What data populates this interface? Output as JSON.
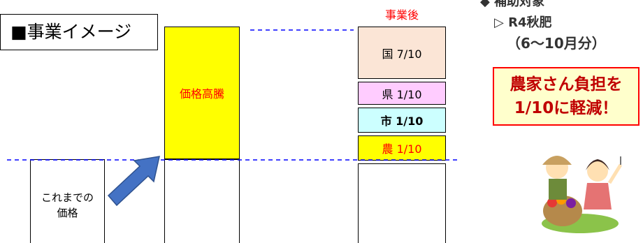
{
  "title": "■事業イメージ",
  "previous_price": {
    "line1": "これまでの",
    "line2": "価格"
  },
  "price_surge": "価格高騰",
  "after_label": "事業後",
  "segments": {
    "national": "国 7/10",
    "prefecture": "県 1/10",
    "city": "市 1/10",
    "farmer": "農 1/10"
  },
  "support": {
    "heading": "◆ 補助対象",
    "item": "▷ R4秋肥",
    "period": "（6～10月分）"
  },
  "callout": {
    "line1": "農家さん負担を",
    "line2": "1/10に軽減！"
  },
  "colors": {
    "surge_fill": "#ffff00",
    "national_fill": "#fbe5d6",
    "prefecture_fill": "#ffccff",
    "city_fill": "#ccffff",
    "farmer_fill": "#ffff00",
    "accent_red": "#ff0000",
    "guide_line": "#0000ff",
    "arrow": "#4472c4"
  },
  "icons": {
    "arrow": "up-right-arrow-icon",
    "illustration": "farmers-harvest-illustration"
  }
}
